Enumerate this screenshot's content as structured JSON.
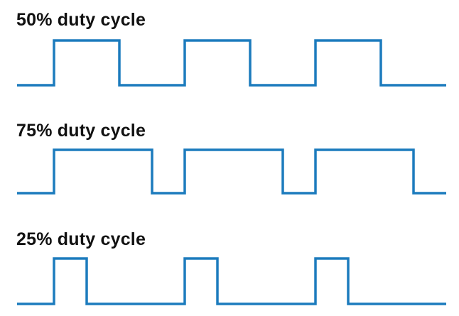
{
  "waveforms": [
    {
      "label": "50% duty cycle",
      "duty_cycle": 0.5,
      "periods": 3,
      "color": "#1c7bbd"
    },
    {
      "label": "75% duty cycle",
      "duty_cycle": 0.75,
      "periods": 3,
      "color": "#1c7bbd"
    },
    {
      "label": "25% duty cycle",
      "duty_cycle": 0.25,
      "periods": 3,
      "color": "#1c7bbd"
    }
  ]
}
